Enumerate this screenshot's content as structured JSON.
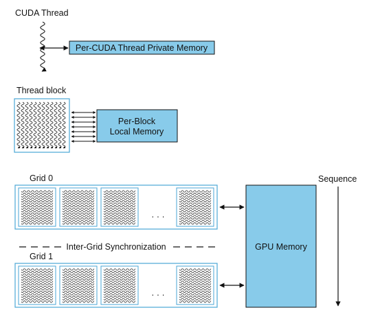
{
  "colors": {
    "memory_fill": "#88cbea",
    "thread_box_stroke": "#4aa6d6",
    "block_fill": "#ffffff",
    "wavy_line": "#222222",
    "arrow": "#111111"
  },
  "cuda_thread": {
    "label": "CUDA Thread",
    "memory_label": "Per-CUDA Thread Private Memory"
  },
  "thread_block": {
    "label": "Thread block",
    "memory_label_line1": "Per-Block",
    "memory_label_line2": "Local Memory"
  },
  "grids": [
    {
      "label": "Grid 0",
      "ellipsis": "· · ·"
    },
    {
      "label": "Grid 1",
      "ellipsis": "· · ·"
    }
  ],
  "sync_label": "Inter-Grid Synchronization",
  "sequence_label": "Sequence",
  "gpu_memory_label": "GPU Memory"
}
